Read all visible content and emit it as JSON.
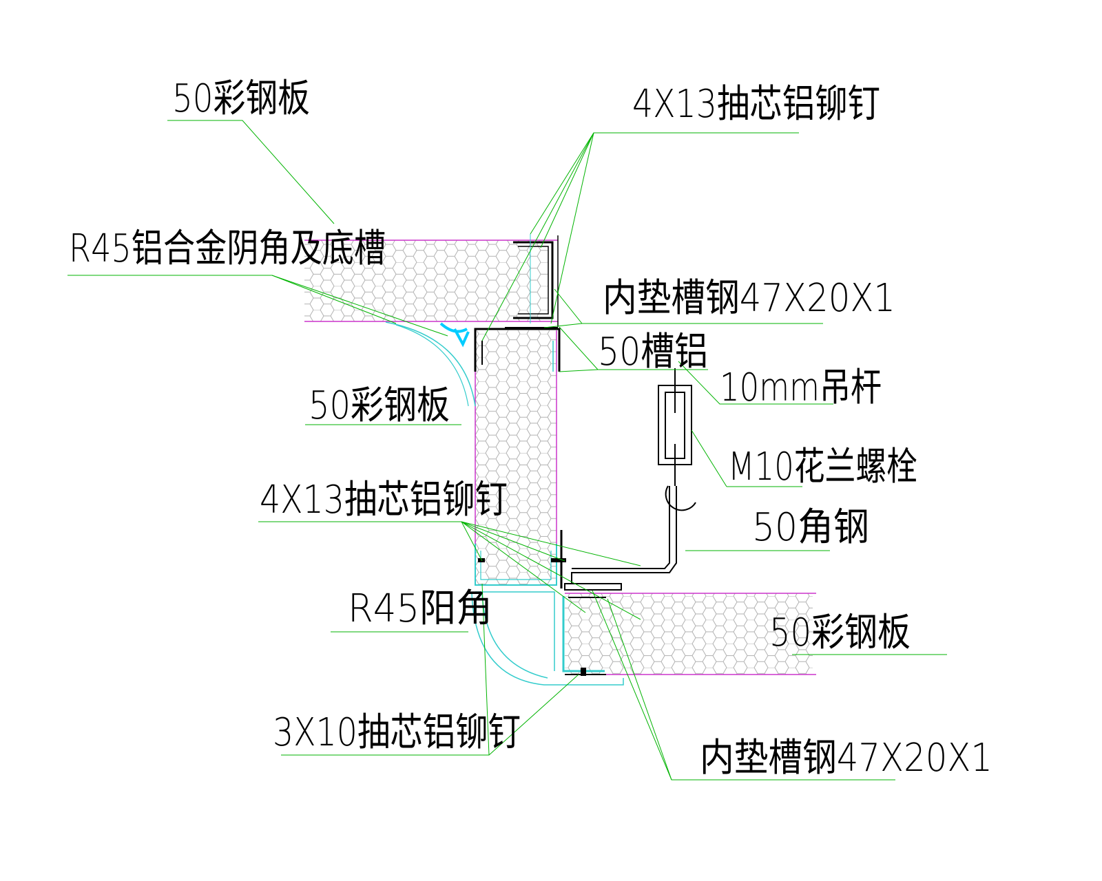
{
  "colors": {
    "background": "#ffffff",
    "leader": "#00b300",
    "panel_edge": "#cc33cc",
    "core": "#b0b0b0",
    "profile": "#33cccc",
    "highlight": "#00ccff",
    "metal": "#000000",
    "text": "#000000"
  },
  "labels": {
    "panel_top": "50彩钢板",
    "rivet_top": "4X13抽芯铝铆钉",
    "inner_corner": "R45铝合金阴角及底槽",
    "channel_steel_top": "内垫槽钢47X20X1",
    "channel_alu": "50槽铝",
    "hanger_rod": "10mm吊杆",
    "panel_mid": "50彩钢板",
    "turnbuckle": "M10花兰螺栓",
    "rivet_mid": "4X13抽芯铝铆钉",
    "angle_steel": "50角钢",
    "outer_corner": "R45阳角",
    "panel_bottom": "50彩钢板",
    "rivet_small": "3X10抽芯铝铆钉",
    "channel_steel_bottom": "内垫槽钢47X20X1"
  }
}
